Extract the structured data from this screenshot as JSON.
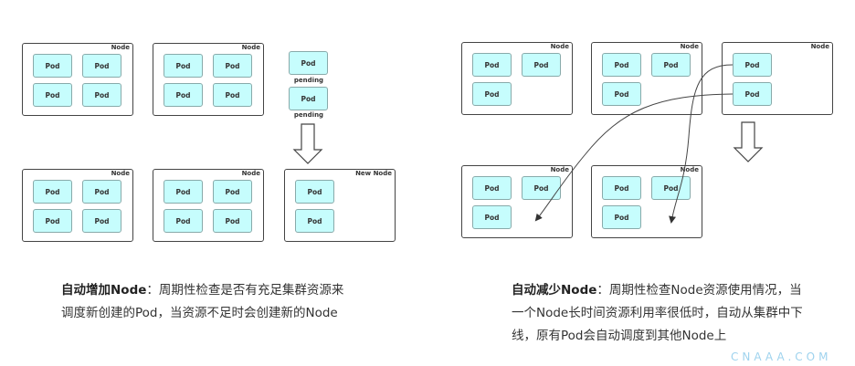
{
  "labels": {
    "node": "Node",
    "new_node": "New Node",
    "pod": "Pod",
    "pending": "pending"
  },
  "scale_up": {
    "title": "自动增加Node",
    "line1_rest": "：周期性检查是否有充足集群资源来",
    "line2": "调度新创建的Pod，当资源不足时会创建新的Node"
  },
  "scale_down": {
    "title": "自动减少Node",
    "line1_rest": "：周期性检查Node资源使用情况，当",
    "line2": "一个Node长时间资源利用率很低时，自动从集群中下",
    "line3": "线，原有Pod会自动调度到其他Node上"
  },
  "watermark": "CNAAA.COM",
  "colors": {
    "pod_fill": "#c6fdfd",
    "border": "#444444"
  }
}
